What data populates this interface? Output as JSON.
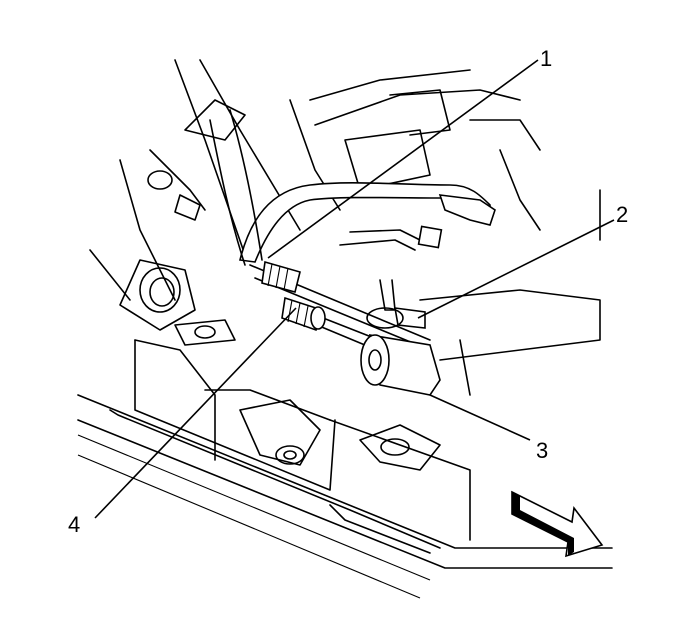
{
  "callouts": [
    {
      "id": "1",
      "text": "1"
    },
    {
      "id": "2",
      "text": "2"
    },
    {
      "id": "3",
      "text": "3"
    },
    {
      "id": "4",
      "text": "4"
    }
  ],
  "icons": {
    "direction_arrow": "forward-arrow-icon"
  },
  "colors": {
    "ink": "#000000",
    "paper": "#ffffff"
  }
}
